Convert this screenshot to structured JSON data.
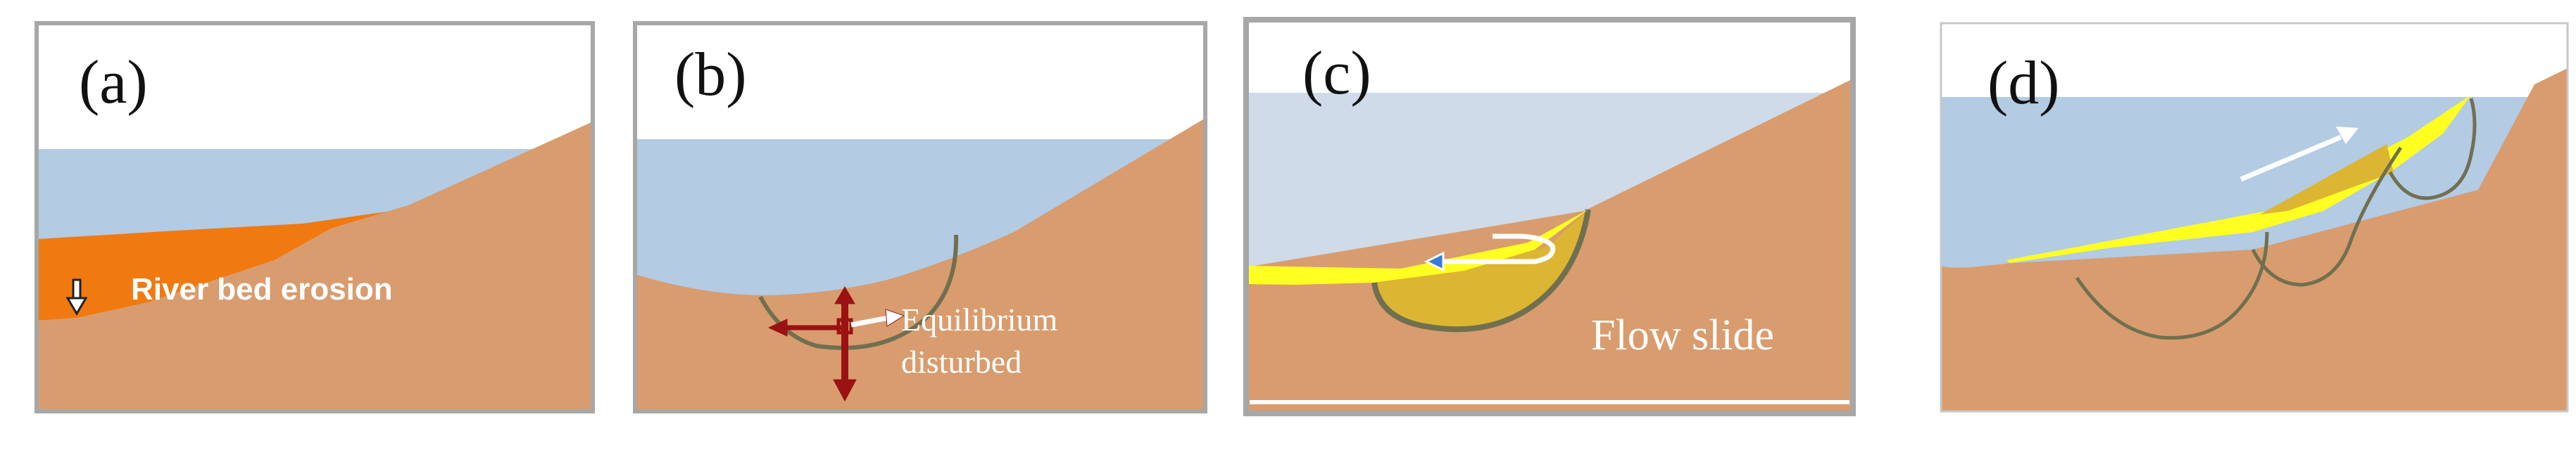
{
  "colors": {
    "soil": "#d99c6e",
    "water": "#b3cbe3",
    "water_light": "#cfdbe9",
    "erosion": "#f07a10",
    "slide_yellow": "#ffff22",
    "slide_gold": "#dcb632",
    "arc_line": "#707050",
    "frame": "#a7a7a7",
    "arrow_dark": "#9a1212",
    "arrow_blue": "#3a7bd5"
  },
  "panels": [
    {
      "label": "(a)",
      "caption": "River bed erosion",
      "icon": "down-arrow-icon"
    },
    {
      "label": "(b)",
      "caption_line1": "Equilibrium",
      "caption_line2": "disturbed",
      "icon": "force-arrows-icon"
    },
    {
      "label": "(c)",
      "caption": "Flow slide",
      "icon": "circular-flow-arrow-icon"
    },
    {
      "label": "(d)",
      "icon": "upslope-arrow-icon"
    }
  ]
}
